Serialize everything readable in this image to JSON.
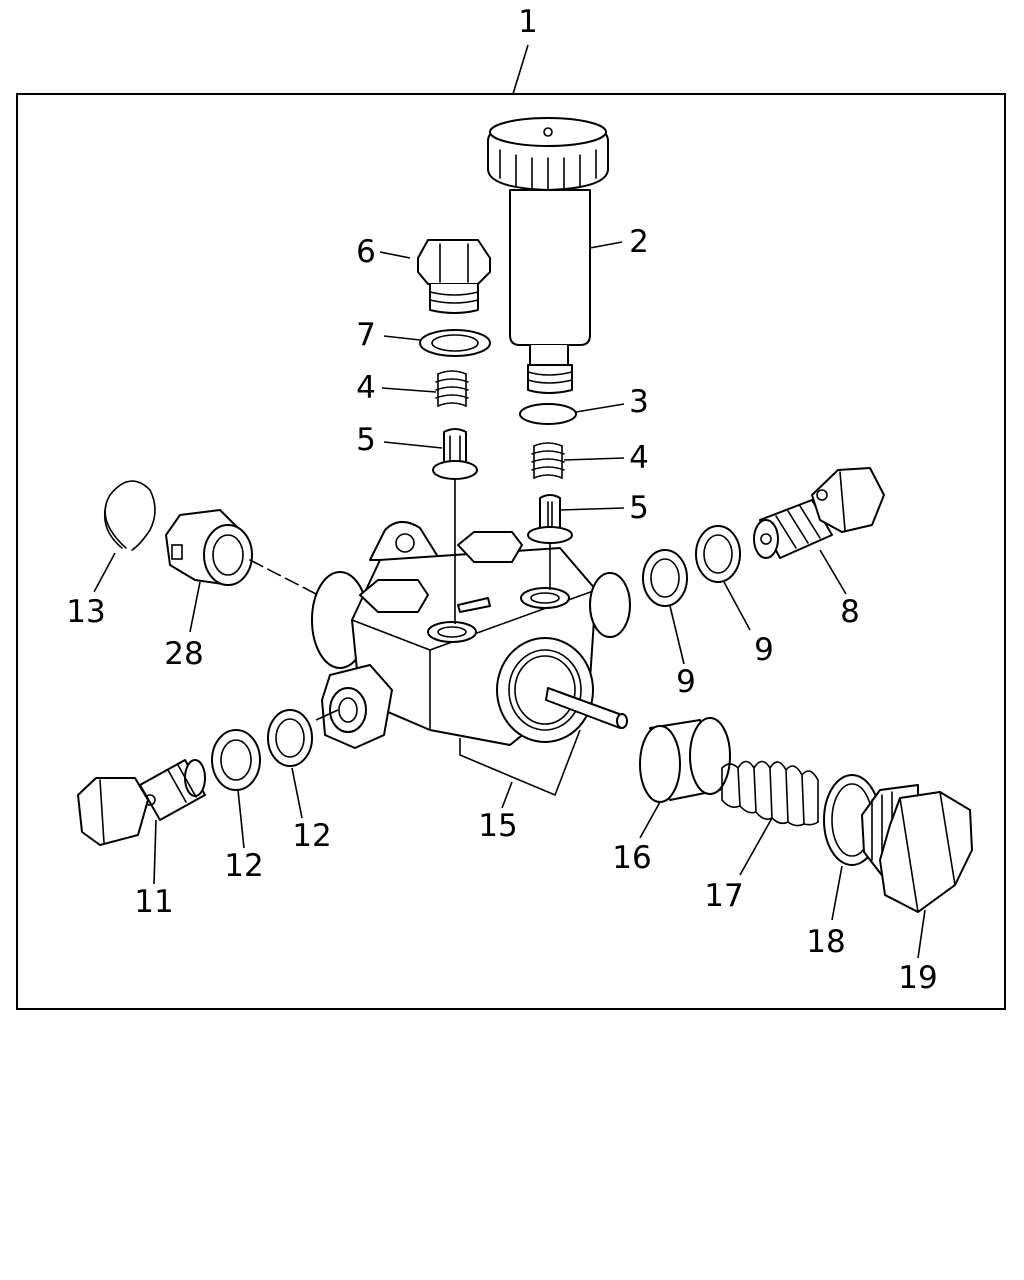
{
  "callouts": {
    "c1": "1",
    "c2": "2",
    "c3": "3",
    "c4a": "4",
    "c4b": "4",
    "c5a": "5",
    "c5b": "5",
    "c6": "6",
    "c7": "7",
    "c8": "8",
    "c9a": "9",
    "c9b": "9",
    "c11": "11",
    "c12a": "12",
    "c12b": "12",
    "c13": "13",
    "c15": "15",
    "c16": "16",
    "c17": "17",
    "c18": "18",
    "c19": "19",
    "c28": "28"
  }
}
